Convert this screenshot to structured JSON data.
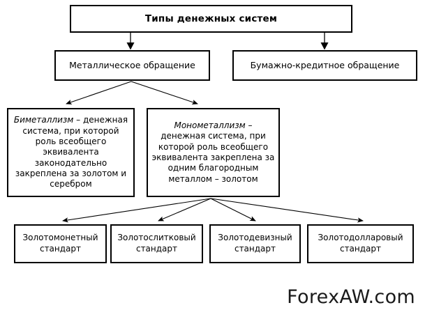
{
  "diagram": {
    "title": "Типы денежных систем",
    "nodes": {
      "root": {
        "label": "Типы денежных систем"
      },
      "metal": {
        "label": "Металлическое обращение"
      },
      "paper": {
        "label": "Бумажно-кредитное обращение"
      },
      "bimetal": {
        "term": "Биметаллизм",
        "definition": " – денежная система, при которой роль всеобщего эквивалента законодательно закреплена за золотом и серебром"
      },
      "monometal": {
        "term": "Монометаллизм",
        "definition": " – денежная система, при которой роль всеобщего эквивалента закреплена за одним благородным металлом – золотом"
      },
      "coin": {
        "label": "Золотомонетный стандарт"
      },
      "bar": {
        "label": "Золотослитковый стандарт"
      },
      "motto": {
        "label": "Золотодевизный стандарт"
      },
      "dollar": {
        "label": "Золотодолларовый стандарт"
      }
    },
    "edges": [
      {
        "from": "root",
        "to": "metal",
        "style": "vertical-arrow"
      },
      {
        "from": "root",
        "to": "paper",
        "style": "vertical-arrow"
      },
      {
        "from": "metal",
        "to": "bimetal",
        "style": "diagonal-arrow"
      },
      {
        "from": "metal",
        "to": "monometal",
        "style": "diagonal-arrow"
      },
      {
        "from": "monometal",
        "to": "coin",
        "style": "diagonal-arrow"
      },
      {
        "from": "monometal",
        "to": "bar",
        "style": "diagonal-arrow"
      },
      {
        "from": "monometal",
        "to": "motto",
        "style": "diagonal-arrow"
      },
      {
        "from": "monometal",
        "to": "dollar",
        "style": "diagonal-arrow"
      }
    ]
  },
  "watermark": {
    "text": "ForexAW.com"
  },
  "colors": {
    "background": "#ffffff",
    "stroke": "#000000",
    "text": "#000000",
    "watermark": "#1a1a1a"
  }
}
